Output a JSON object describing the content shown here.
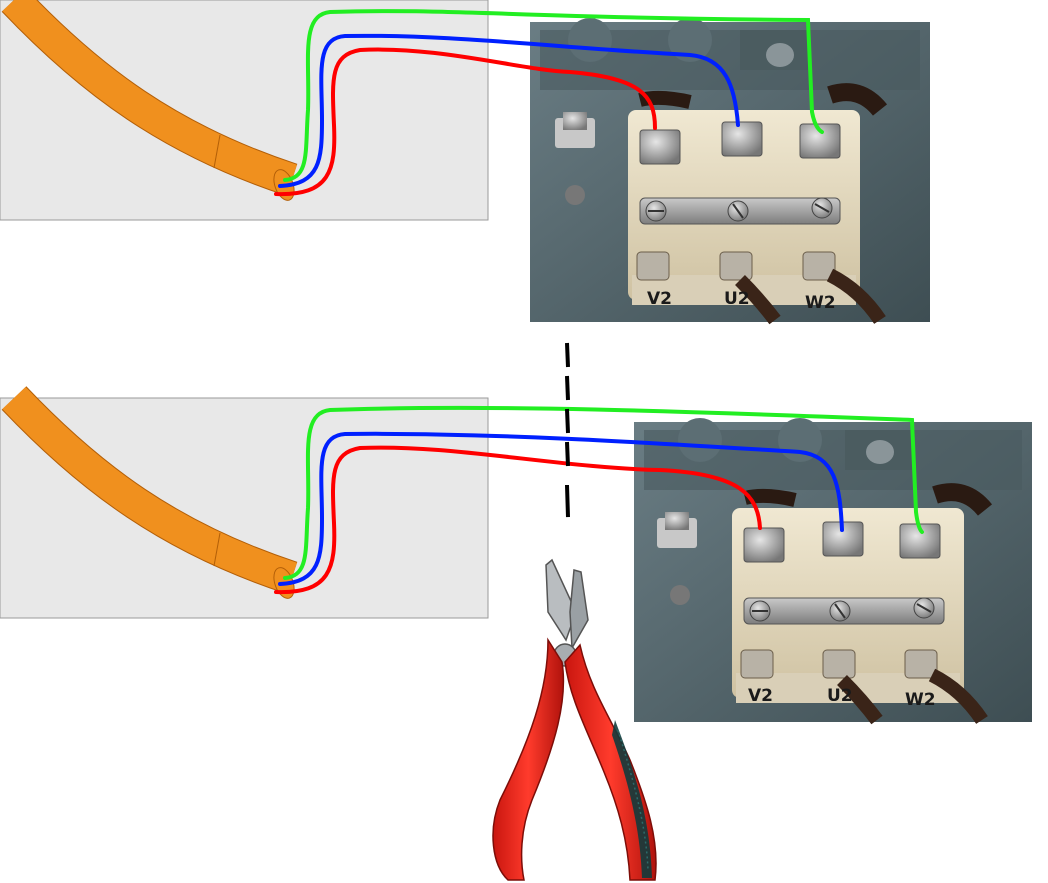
{
  "colors": {
    "panel_bg": "#e8e8e8",
    "panel_border": "#9a9a9a",
    "cable": "#f0901e",
    "cable_edge": "#b35f08",
    "wire_red": "#ff0000",
    "wire_blue": "#0020ff",
    "wire_green": "#22ee22",
    "motor_housing": "#55686e",
    "terminal_block": "#e6dcc4",
    "cut_line": "#000000",
    "plier_handle": "#e0241c",
    "plier_jaw": "#b9bdc0"
  },
  "wires": [
    "red",
    "blue",
    "green"
  ],
  "icons": {
    "cutter": "side-cutter-pliers-icon"
  },
  "panels": [
    {
      "terminals": [
        {
          "label": "V2"
        },
        {
          "label": "U2"
        },
        {
          "label": "W2"
        }
      ]
    },
    {
      "terminals": [
        {
          "label": "V2"
        },
        {
          "label": "U2"
        },
        {
          "label": "W2"
        }
      ]
    }
  ]
}
